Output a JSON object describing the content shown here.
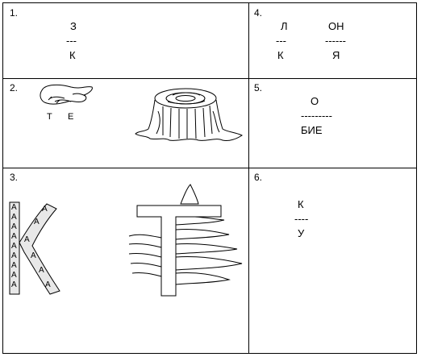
{
  "cells": [
    {
      "number": "1.",
      "lines": [
        "З",
        "---",
        "К"
      ]
    },
    {
      "number": "2.",
      "letters": [
        "Т",
        "Е"
      ]
    },
    {
      "number": "3.",
      "big_letters": [
        "К",
        "Т"
      ],
      "filler_letter": "А"
    },
    {
      "number": "4.",
      "left": [
        "Л",
        "---",
        "К"
      ],
      "right": [
        "ОН",
        "------",
        "Я"
      ]
    },
    {
      "number": "5.",
      "lines": [
        "О",
        "---------",
        "БИЕ"
      ]
    },
    {
      "number": "6.",
      "lines": [
        "К",
        "----",
        "У"
      ]
    }
  ],
  "colors": {
    "line": "#000000",
    "fill": "#ffffff",
    "letter_fill": "#e8e8e8"
  }
}
